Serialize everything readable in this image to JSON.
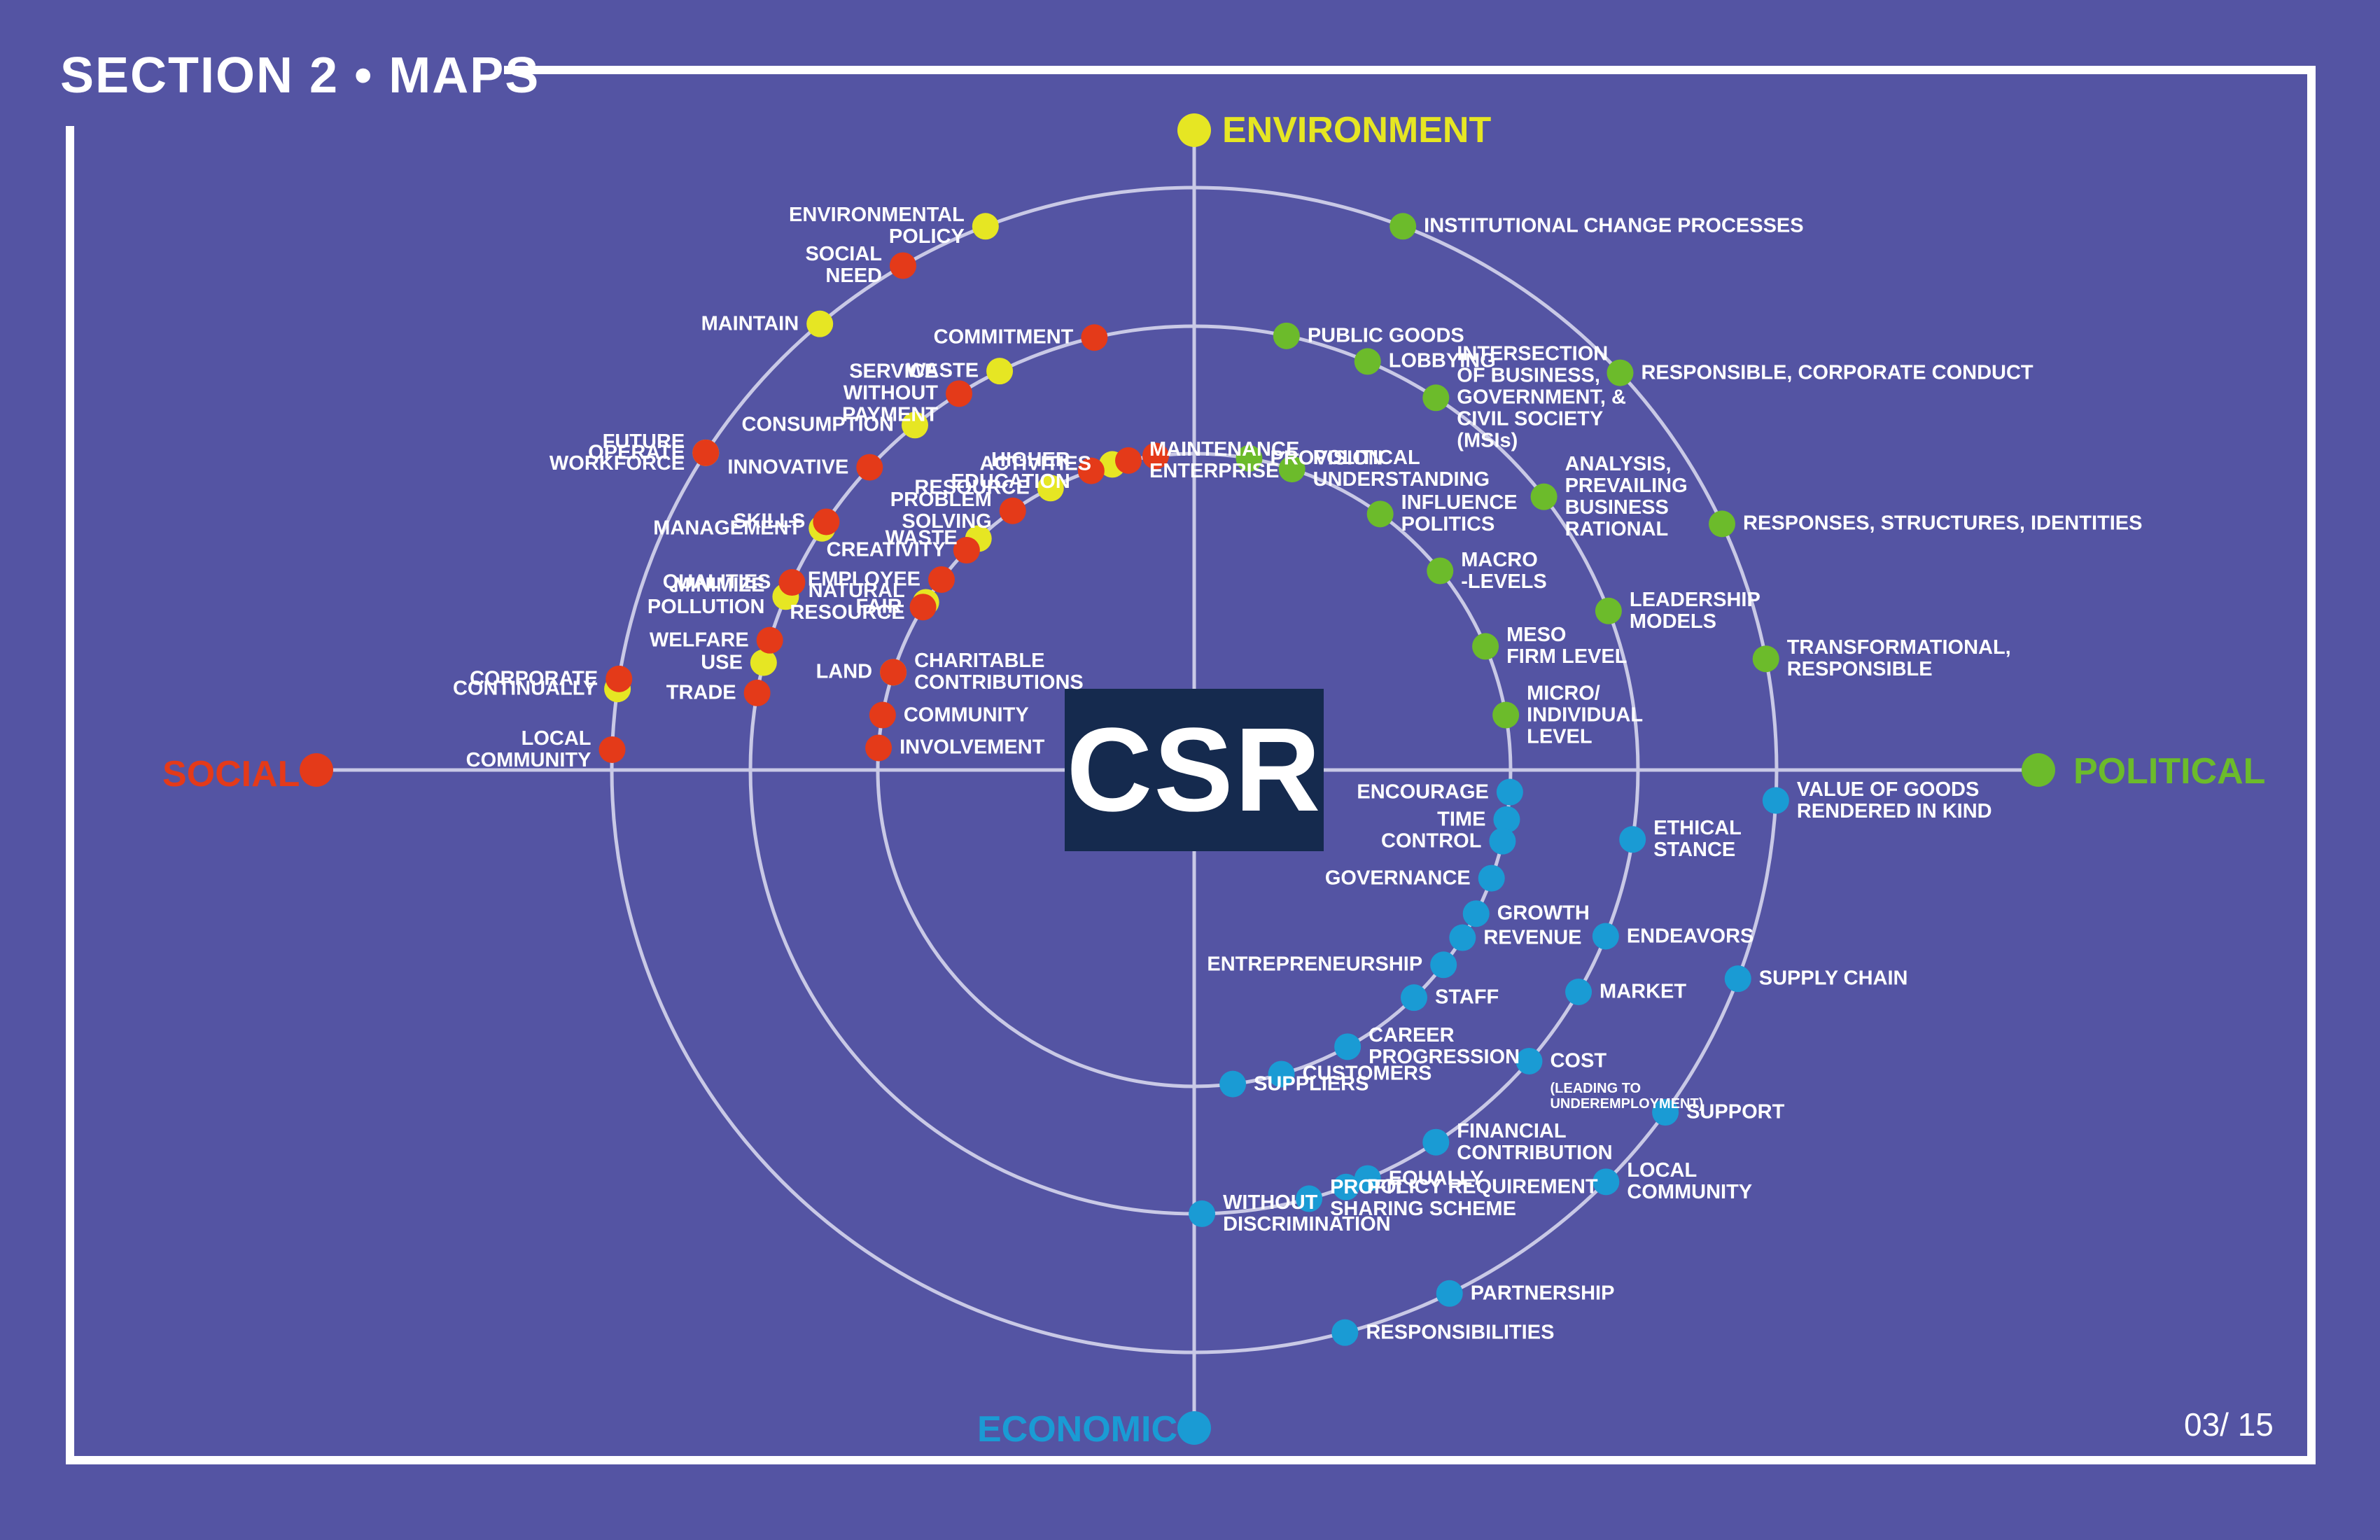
{
  "header": {
    "title": "SECTION  2 • MAPS"
  },
  "footer": {
    "page": "03/ 15"
  },
  "center": {
    "label": "CSR"
  },
  "colors": {
    "background": "#5454a3",
    "ring": "#c9c9e6",
    "center_box": "#152a4e",
    "environment": "#e6e623",
    "political": "#6cbb2b",
    "economic": "#1a9bd4",
    "social": "#e43a19"
  },
  "axes": {
    "environment": "ENVIRONMENT",
    "political": "POLITICAL",
    "economic": "ECONOMIC",
    "social": "SOCIAL"
  },
  "nodes": [
    {
      "text": "ENVIRONMENTAL\nPOLICY",
      "ring": 3,
      "ang": 111,
      "side": "l",
      "cat": "environment"
    },
    {
      "text": "MAINTAIN",
      "ring": 3,
      "ang": 130,
      "side": "l",
      "cat": "environment"
    },
    {
      "text": "OPERATE",
      "ring": 3,
      "ang": 147,
      "side": "l",
      "cat": "environment"
    },
    {
      "text": "CONTINUALLY",
      "ring": 3,
      "ang": 172,
      "side": "l",
      "cat": "environment"
    },
    {
      "text": "WASTE",
      "ring": 2,
      "ang": 116,
      "side": "l",
      "cat": "environment"
    },
    {
      "text": "CONSUMPTION",
      "ring": 2,
      "ang": 129,
      "side": "l",
      "cat": "environment"
    },
    {
      "text": "MANAGEMENT",
      "ring": 2,
      "ang": 147,
      "side": "l",
      "cat": "environment"
    },
    {
      "text": "MINIMIZE\nPOLLUTION",
      "ring": 2,
      "ang": 157,
      "side": "l",
      "cat": "environment"
    },
    {
      "text": "USE",
      "ring": 2,
      "ang": 166,
      "side": "l",
      "cat": "environment"
    },
    {
      "text": "ACTIVITIES",
      "ring": 1,
      "ang": 105,
      "side": "l",
      "cat": "environment"
    },
    {
      "text": "RESOURCE",
      "ring": 1,
      "ang": 117,
      "side": "l",
      "cat": "environment"
    },
    {
      "text": "WASTE",
      "ring": 1,
      "ang": 133,
      "side": "l",
      "cat": "environment"
    },
    {
      "text": "NATURAL\nRESOURCE",
      "ring": 1,
      "ang": 148,
      "side": "l",
      "cat": "environment"
    },
    {
      "text": "LAND",
      "ring": 1,
      "ang": 162,
      "side": "l",
      "cat": "environment"
    },
    {
      "text": "INSTITUTIONAL CHANGE PROCESSES",
      "ring": 3,
      "ang": 69,
      "side": "r",
      "cat": "political"
    },
    {
      "text": "RESPONSIBLE, CORPORATE CONDUCT",
      "ring": 3,
      "ang": 43,
      "side": "r",
      "cat": "political"
    },
    {
      "text": "RESPONSES, STRUCTURES, IDENTITIES",
      "ring": 3,
      "ang": 25,
      "side": "r",
      "cat": "political"
    },
    {
      "text": "TRANSFORMATIONAL,\nRESPONSIBLE",
      "ring": 3,
      "ang": 11,
      "side": "r",
      "cat": "political"
    },
    {
      "text": "PUBLIC GOODS",
      "ring": 2,
      "ang": 78,
      "side": "r",
      "cat": "political"
    },
    {
      "text": "LOBBYING",
      "ring": 2,
      "ang": 67,
      "side": "r",
      "cat": "political"
    },
    {
      "text": "INTERSECTION\nOF BUSINESS,\nGOVERNMENT, &\nCIVIL SOCIETY\n(MSIs)",
      "ring": 2,
      "ang": 57,
      "side": "r",
      "cat": "political"
    },
    {
      "text": "ANALYSIS,\nPREVAILING\nBUSINESS\nRATIONAL",
      "ring": 2,
      "ang": 38,
      "side": "r",
      "cat": "political"
    },
    {
      "text": "LEADERSHIP\nMODELS",
      "ring": 2,
      "ang": 21,
      "side": "r",
      "cat": "political"
    },
    {
      "text": "PROVISION",
      "ring": 1,
      "ang": 80,
      "side": "r",
      "cat": "political"
    },
    {
      "text": "POLITICAL\nUNDERSTANDING",
      "ring": 1,
      "ang": 72,
      "side": "r",
      "cat": "political"
    },
    {
      "text": "INFLUENCE\nPOLITICS",
      "ring": 1,
      "ang": 54,
      "side": "r",
      "cat": "political"
    },
    {
      "text": "MACRO\n-LEVELS",
      "ring": 1,
      "ang": 39,
      "side": "r",
      "cat": "political"
    },
    {
      "text": "MESO\nFIRM LEVEL",
      "ring": 1,
      "ang": 23,
      "side": "r",
      "cat": "political"
    },
    {
      "text": "MICRO/\nINDIVIDUAL\nLEVEL",
      "ring": 1,
      "ang": 10,
      "side": "r",
      "cat": "political"
    },
    {
      "text": "VALUE OF GOODS\nRENDERED IN KIND",
      "ring": 3,
      "ang": -3,
      "side": "r",
      "cat": "economic"
    },
    {
      "text": "SUPPLY CHAIN",
      "ring": 3,
      "ang": -21,
      "side": "r",
      "cat": "economic"
    },
    {
      "text": "SUPPORT",
      "ring": 3,
      "ang": -36,
      "side": "r",
      "cat": "economic"
    },
    {
      "text": "LOCAL\nCOMMUNITY",
      "ring": 3,
      "ang": -45,
      "side": "r",
      "cat": "economic"
    },
    {
      "text": "PARTNERSHIP",
      "ring": 3,
      "ang": -64,
      "side": "r",
      "cat": "economic"
    },
    {
      "text": "RESPONSIBILITIES",
      "ring": 3,
      "ang": -75,
      "side": "r",
      "cat": "economic"
    },
    {
      "text": "ETHICAL\nSTANCE",
      "ring": 2,
      "ang": -9,
      "side": "r",
      "cat": "economic"
    },
    {
      "text": "ENDEAVORS",
      "ring": 2,
      "ang": -22,
      "side": "r",
      "cat": "economic"
    },
    {
      "text": "MARKET",
      "ring": 2,
      "ang": -30,
      "side": "r",
      "cat": "economic"
    },
    {
      "text": "COST",
      "ring": 2,
      "ang": -41,
      "side": "r",
      "cat": "economic"
    },
    {
      "text": "FINANCIAL\nCONTRIBUTION",
      "ring": 2,
      "ang": -57,
      "side": "r",
      "cat": "economic"
    },
    {
      "text": "EQUALLY",
      "ring": 2,
      "ang": -67,
      "side": "r",
      "cat": "economic"
    },
    {
      "text": "POLICY REQUIREMENT",
      "ring": 2,
      "ang": -70,
      "side": "r",
      "cat": "economic"
    },
    {
      "text": "PROFIT\nSHARING SCHEME",
      "ring": 2,
      "ang": -75,
      "side": "r",
      "cat": "economic"
    },
    {
      "text": "WITHOUT\nDISCRIMINATION",
      "ring": 2,
      "ang": -89,
      "side": "r",
      "cat": "economic"
    },
    {
      "text": "ENCOURAGE",
      "ring": 1,
      "ang": -4,
      "side": "l",
      "cat": "economic"
    },
    {
      "text": "TIME",
      "ring": 1,
      "ang": -9,
      "side": "l",
      "cat": "economic"
    },
    {
      "text": "CONTROL",
      "ring": 1,
      "ang": -13,
      "side": "l",
      "cat": "economic"
    },
    {
      "text": "GOVERNANCE",
      "ring": 1,
      "ang": -20,
      "side": "l",
      "cat": "economic"
    },
    {
      "text": "GROWTH",
      "ring": 1,
      "ang": -27,
      "side": "r",
      "cat": "economic"
    },
    {
      "text": "REVENUE",
      "ring": 1,
      "ang": -32,
      "side": "r",
      "cat": "economic"
    },
    {
      "text": "ENTREPRENEURSHIP",
      "ring": 1,
      "ang": -38,
      "side": "l",
      "cat": "economic"
    },
    {
      "text": "STAFF",
      "ring": 1,
      "ang": -46,
      "side": "r",
      "cat": "economic"
    },
    {
      "text": "CAREER\nPROGRESSION",
      "ring": 1,
      "ang": -61,
      "side": "r",
      "cat": "economic"
    },
    {
      "text": "CUSTOMERS",
      "ring": 1,
      "ang": -74,
      "side": "r",
      "cat": "economic"
    },
    {
      "text": "SUPPLIERS",
      "ring": 1,
      "ang": -83,
      "side": "r",
      "cat": "economic"
    },
    {
      "text": "LOCAL\nCOMMUNITY",
      "ring": 3,
      "ang": -182,
      "side": "l",
      "cat": "social"
    },
    {
      "text": "CORPORATE",
      "ring": 3,
      "ang": -189,
      "side": "l",
      "cat": "social"
    },
    {
      "text": "FUTURE\nWORKFORCE",
      "ring": 3,
      "ang": -213,
      "side": "l",
      "cat": "social"
    },
    {
      "text": "SOCIAL\nNEED",
      "ring": 3,
      "ang": -240,
      "side": "l",
      "cat": "social"
    },
    {
      "text": "TRADE",
      "ring": 2,
      "ang": -190,
      "side": "l",
      "cat": "social"
    },
    {
      "text": "WELFARE",
      "ring": 2,
      "ang": -197,
      "side": "l",
      "cat": "social"
    },
    {
      "text": "QUALITIES",
      "ring": 2,
      "ang": -205,
      "side": "l",
      "cat": "social"
    },
    {
      "text": "SKILLS",
      "ring": 2,
      "ang": -214,
      "side": "l",
      "cat": "social"
    },
    {
      "text": "INNOVATIVE",
      "ring": 2,
      "ang": -223,
      "side": "l",
      "cat": "social"
    },
    {
      "text": "SERVICE\nWITHOUT\nPAYMENT",
      "ring": 2,
      "ang": -238,
      "side": "l",
      "cat": "social"
    },
    {
      "text": "COMMITMENT",
      "ring": 2,
      "ang": -257,
      "side": "l",
      "cat": "social"
    },
    {
      "text": "INVOLVEMENT",
      "ring": 1,
      "ang": -184,
      "side": "r",
      "cat": "social"
    },
    {
      "text": "COMMUNITY",
      "ring": 1,
      "ang": -190,
      "side": "r",
      "cat": "social"
    },
    {
      "text": "CHARITABLE\nCONTRIBUTIONS",
      "ring": 1,
      "ang": -198,
      "side": "r",
      "cat": "social"
    },
    {
      "text": "FAIR",
      "ring": 1,
      "ang": -211,
      "side": "l",
      "cat": "social"
    },
    {
      "text": "EMPLOYEE",
      "ring": 1,
      "ang": -217,
      "side": "l",
      "cat": "social"
    },
    {
      "text": "CREATIVITY",
      "ring": 1,
      "ang": -224,
      "side": "l",
      "cat": "social"
    },
    {
      "text": "PROBLEM\nSOLVING",
      "ring": 1,
      "ang": -235,
      "side": "l",
      "cat": "social"
    },
    {
      "text": "HIGHER\nEDUCATION",
      "ring": 1,
      "ang": -251,
      "side": "l",
      "cat": "social"
    },
    {
      "text": "MAINTENANCE\nENTERPRISE",
      "ring": 1,
      "ang": -258,
      "side": "r",
      "cat": "social"
    },
    {
      "text": "",
      "ring": 1,
      "ang": -263,
      "side": "r",
      "cat": "social"
    }
  ],
  "small_notes": [
    {
      "text": "(LEADING TO\nUNDEREMPLOYMENT)",
      "near": "COST"
    }
  ]
}
